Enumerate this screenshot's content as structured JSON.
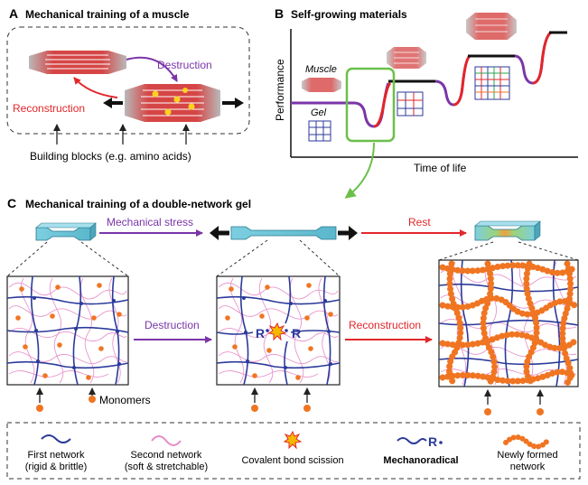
{
  "panelA": {
    "letter": "A",
    "title": "Mechanical training of a muscle",
    "destruction": "Destruction",
    "reconstruction": "Reconstruction",
    "building_blocks": "Building blocks (e.g. amino acids)"
  },
  "panelB": {
    "letter": "B",
    "title": "Self-growing materials",
    "ylabel": "Performance",
    "xlabel": "Time of life",
    "muscle_label": "Muscle",
    "gel_label": "Gel"
  },
  "panelC": {
    "letter": "C",
    "title": "Mechanical training of a double-network gel",
    "mechanical_stress": "Mechanical stress",
    "rest": "Rest",
    "destruction": "Destruction",
    "reconstruction": "Reconstruction",
    "monomers": "Monomers",
    "radical_symbol": "R"
  },
  "legend": {
    "first_network": "First network",
    "first_network_sub": "(rigid & brittle)",
    "second_network": "Second network",
    "second_network_sub": "(soft & stretchable)",
    "covalent_scission": "Covalent bond scission",
    "mechanoradical": "Mechanoradical",
    "newly_formed": "Newly formed",
    "newly_formed_sub": "network",
    "mechanoradical_symbol": "R"
  },
  "colors": {
    "purple": "#7b35a8",
    "red": "#e3262a",
    "blue_network": "#2b3a9a",
    "pink_network": "#e58cc8",
    "orange_monomer": "#f07522",
    "green_highlight": "#6cc04a",
    "gel_cyan": "#7ccfe0"
  }
}
